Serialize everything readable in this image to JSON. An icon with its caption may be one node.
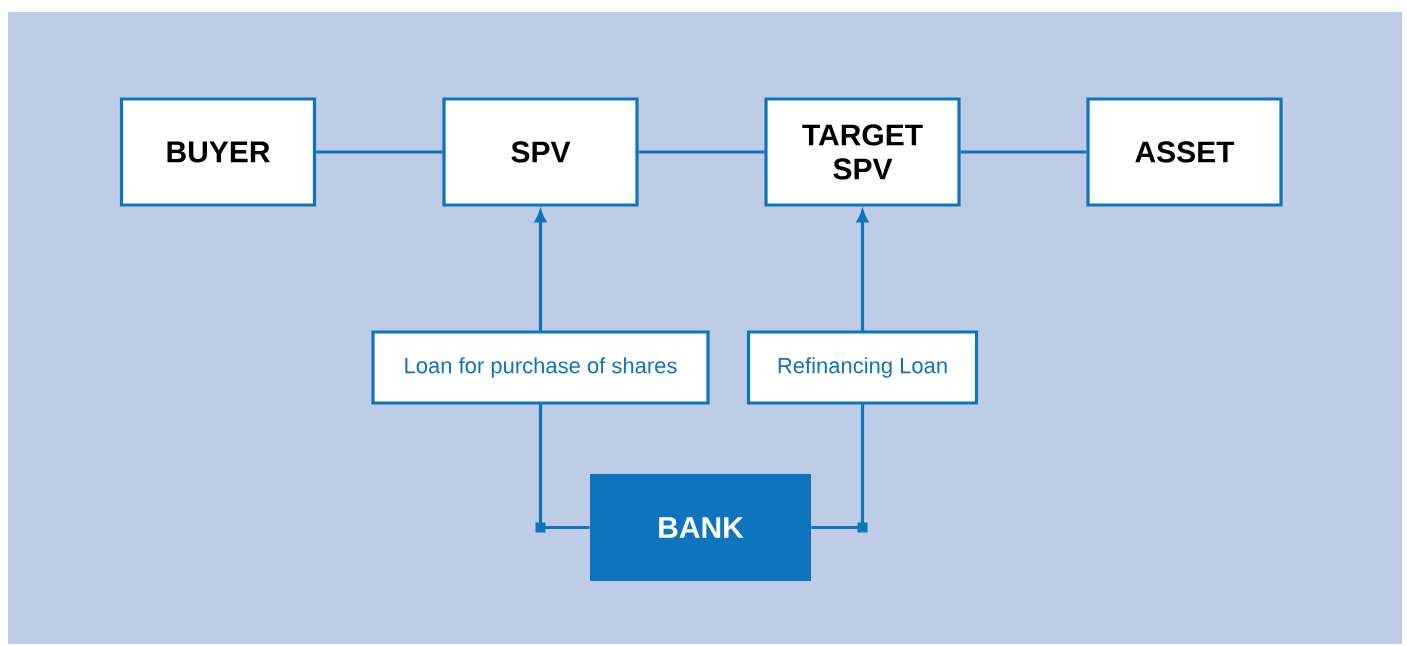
{
  "diagram": {
    "nodes": [
      {
        "text": [
          "BUYER"
        ]
      },
      {
        "text": [
          "SPV"
        ]
      },
      {
        "text": [
          "TARGET SPV"
        ]
      },
      {
        "text": [
          "ASSET"
        ]
      },
      {
        "text": [
          "BANK"
        ]
      }
    ],
    "edges": [
      {
        "from": 0,
        "to": 1,
        "arrow": "none"
      },
      {
        "from": 1,
        "to": 2,
        "arrow": "none"
      },
      {
        "from": 2,
        "to": 3,
        "arrow": "none"
      },
      {
        "from": 4,
        "to": 1,
        "arrow": "to",
        "label": "Loan for purchase of shares"
      },
      {
        "from": 4,
        "to": 2,
        "arrow": "to",
        "label": "Refinancing Loan"
      }
    ]
  }
}
